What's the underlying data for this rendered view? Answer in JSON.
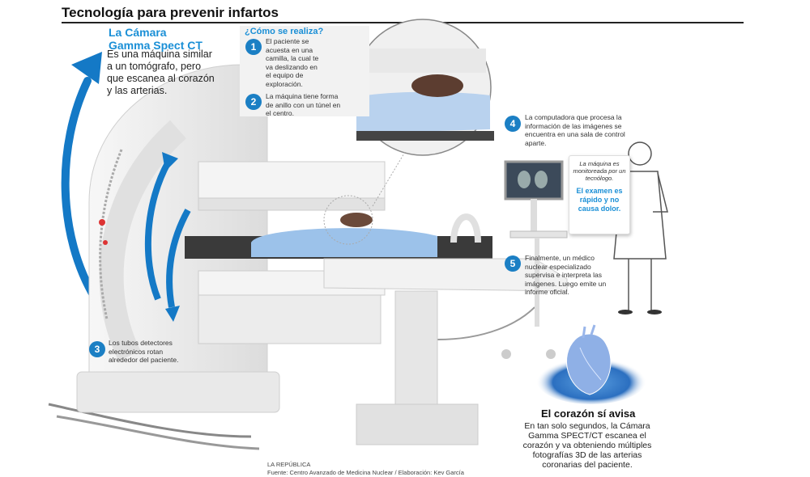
{
  "header": {
    "title": "Tecnología para prevenir infartos"
  },
  "intro": {
    "heading_line1": "La Cámara",
    "heading_line2": "Gamma Spect CT",
    "text": "Es una máquina similar a un tomógrafo, pero que escanea al corazón y las arterias."
  },
  "how": {
    "title": "¿Cómo se realiza?"
  },
  "steps": [
    {
      "number": "1",
      "text": "El paciente se acuesta en una camilla, la cual te va deslizando en el equipo de exploración."
    },
    {
      "number": "2",
      "text": "La máquina tiene forma de anillo con un túnel en el centro."
    },
    {
      "number": "3",
      "text": "Los tubos detectores electrónicos rotan alrededor del paciente."
    },
    {
      "number": "4",
      "text": "La computadora que procesa la información de las imágenes se encuentra en una sala de control aparte."
    },
    {
      "number": "5",
      "text": "Finalmente, un médico nuclear especializado supervisa e interpreta las imágenes. Luego emite un informe oficial."
    }
  ],
  "doctor_bubble": {
    "note": "La máquina es monitoreada por un tecnólogo.",
    "highlight": "El examen es rápido y no causa dolor."
  },
  "heart": {
    "title": "El corazón sí avisa",
    "text": "En tan solo segundos, la Cámara Gamma SPECT/CT escanea el corazón y va obteniendo múltiples fotografías 3D de las arterias coronarias del paciente."
  },
  "credits": {
    "publisher": "LA REPÚBLICA",
    "source": "Fuente: Centro Avanzado de Medicina Nuclear / Elaboración: Kev García"
  },
  "colors": {
    "accent": "#1a8fd6",
    "badge": "#1b7fc4",
    "title": "#111111"
  }
}
